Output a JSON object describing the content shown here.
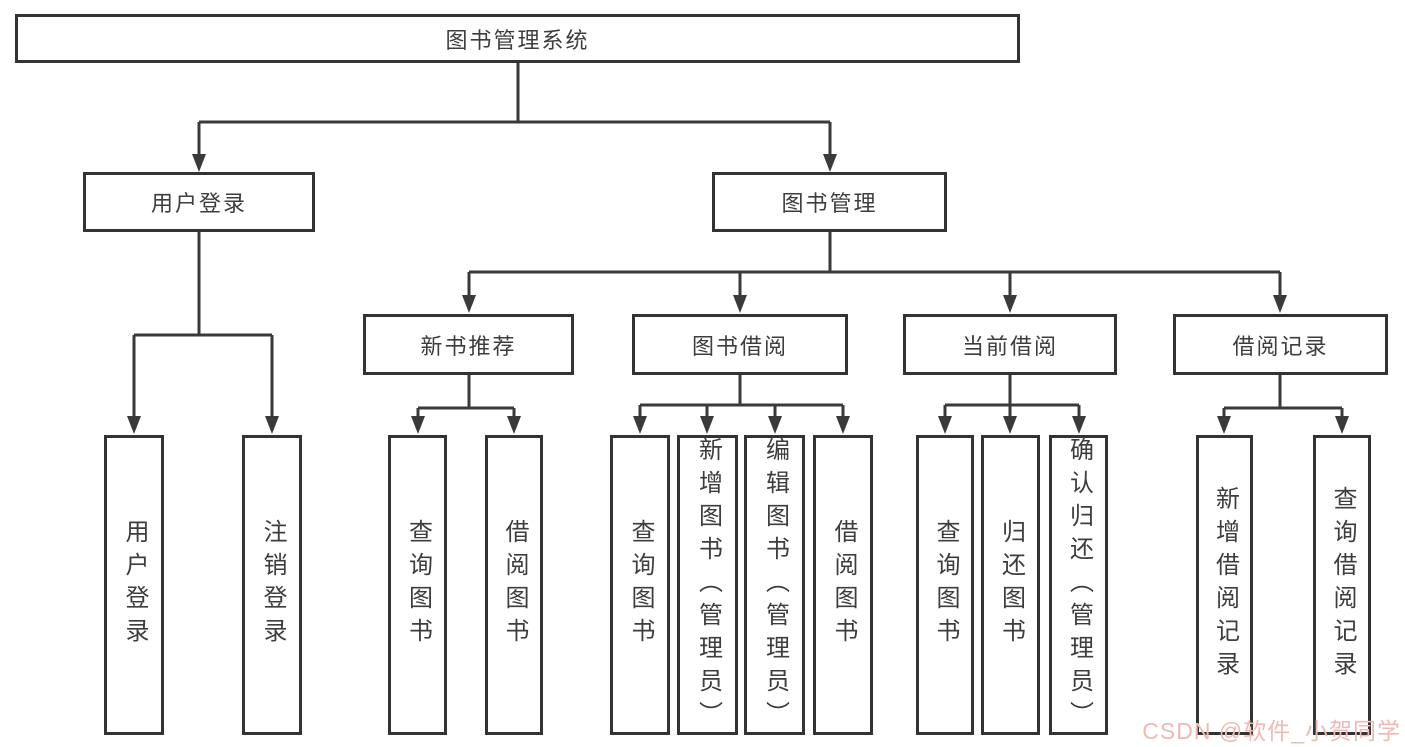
{
  "diagram": {
    "type": "hierarchy-tree",
    "colors": {
      "background": "#ffffff",
      "box_border": "#333333",
      "connector_line": "#3a3a3a",
      "text": "#3d3d3d",
      "watermark": "#efb9b4"
    },
    "tree": {
      "label": "图书管理系统",
      "children": [
        {
          "label": "用户登录",
          "children": [
            {
              "label": "用户登录"
            },
            {
              "label": "注销登录"
            }
          ]
        },
        {
          "label": "图书管理",
          "children": [
            {
              "label": "新书推荐",
              "children": [
                {
                  "label": "查询图书"
                },
                {
                  "label": "借阅图书"
                }
              ]
            },
            {
              "label": "图书借阅",
              "children": [
                {
                  "label": "查询图书"
                },
                {
                  "label": "新增图书（管理员）"
                },
                {
                  "label": "编辑图书（管理员）"
                },
                {
                  "label": "借阅图书"
                }
              ]
            },
            {
              "label": "当前借阅",
              "children": [
                {
                  "label": "查询图书"
                },
                {
                  "label": "归还图书"
                },
                {
                  "label": "确认归还（管理员）"
                }
              ]
            },
            {
              "label": "借阅记录",
              "children": [
                {
                  "label": "新增借阅记录"
                },
                {
                  "label": "查询借阅记录"
                }
              ]
            }
          ]
        }
      ]
    },
    "watermark": {
      "text": "CSDN @软件_小贺同学"
    }
  }
}
